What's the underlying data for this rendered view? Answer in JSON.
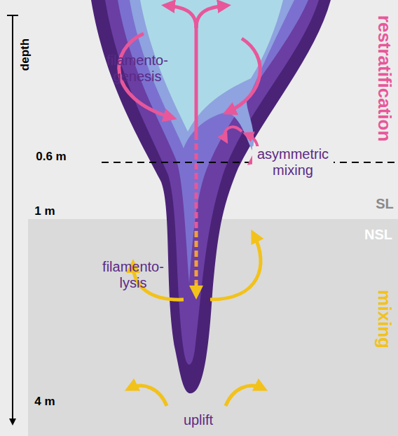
{
  "diagram": {
    "labels": [
      "depth",
      "restratification",
      "filamento- genesis",
      "asymmetric mixing",
      "0.6 m",
      "SL",
      "1 m",
      "NSL",
      "filamento- lysis",
      "mixing",
      "4 m",
      "uplift"
    ]
  }
}
